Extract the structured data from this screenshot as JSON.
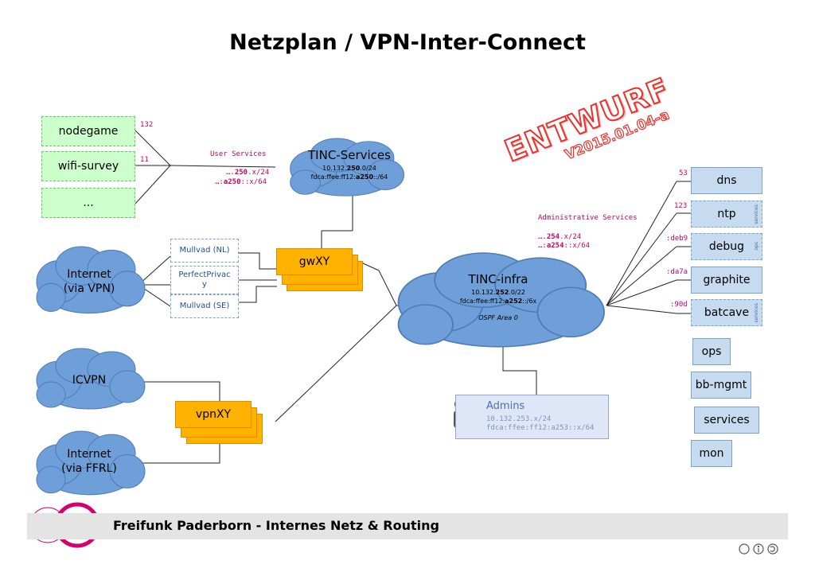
{
  "title": "Netzplan / VPN-Inter-Connect",
  "watermark": {
    "line1": "ENTWURF",
    "line2": "V2015.01.04-a",
    "color": "#e8322d"
  },
  "left_services": [
    {
      "label": "nodegame",
      "port": "132"
    },
    {
      "label": "wifi-survey",
      "port": "11"
    },
    {
      "label": "..."
    }
  ],
  "tinc_services": {
    "name": "TINC-Services",
    "ipv4_prefix": "10.132.",
    "ipv4_bold": "250",
    "ipv4_suffix": ".0/24",
    "ipv6_prefix": "fdca:ffee:ff12:",
    "ipv6_bold": "a250",
    "ipv6_suffix": "::/64",
    "label": "User Services",
    "addr4_pre": "….",
    "addr4_bold": "250",
    "addr4_post": ".x/24",
    "addr6_pre": "…:",
    "addr6_bold": "a250",
    "addr6_post": "::x/64"
  },
  "internet_vpn": {
    "line1": "Internet",
    "line2": "(via VPN)"
  },
  "vpn_providers": [
    "Mullvad (NL)",
    "PerfectPrivacy",
    "Mullvad (SE)"
  ],
  "gw": {
    "label": "gwXY"
  },
  "vpn_gw": {
    "label": "vpnXY"
  },
  "icvpn": {
    "label": "ICVPN"
  },
  "internet_ffrl": {
    "line1": "Internet",
    "line2": "(via FFRL)"
  },
  "tinc_infra": {
    "name": "TINC-infra",
    "ipv4_prefix": "10.132.",
    "ipv4_bold": "252",
    "ipv4_suffix": ".0/22",
    "ipv6_prefix": "fdca:ffee:ff12:",
    "ipv6_bold": "a252",
    "ipv6_suffix": "::/6x",
    "ospf": "OSPF Area 0"
  },
  "admin_services": {
    "label": "Administrative Services",
    "addr4_pre": "….",
    "addr4_bold": "254",
    "addr4_post": ".x/24",
    "addr6_pre": "…:",
    "addr6_bold": "a254",
    "addr6_post": "::x/64"
  },
  "admins": {
    "title": "Admins",
    "ipv4": "10.132.253.x/24",
    "ipv6": "fdca:ffee:ff12:a253::x/64"
  },
  "right_services": [
    {
      "label": "dns",
      "port": "53"
    },
    {
      "label": "ntp",
      "port": "123",
      "tag": "services"
    },
    {
      "label": "debug",
      "port": ":deb9",
      "tag": "ops"
    },
    {
      "label": "graphite",
      "port": ":da7a"
    },
    {
      "label": "batcave",
      "port": ":90d",
      "tag": "services"
    }
  ],
  "loose_services": [
    "ops",
    "bb-mgmt",
    "services",
    "mon"
  ],
  "footer": {
    "text": "Freifunk Paderborn - Internes Netz & Routing"
  },
  "license_icons": [
    "cc-icon",
    "by-icon",
    "sa-icon"
  ]
}
